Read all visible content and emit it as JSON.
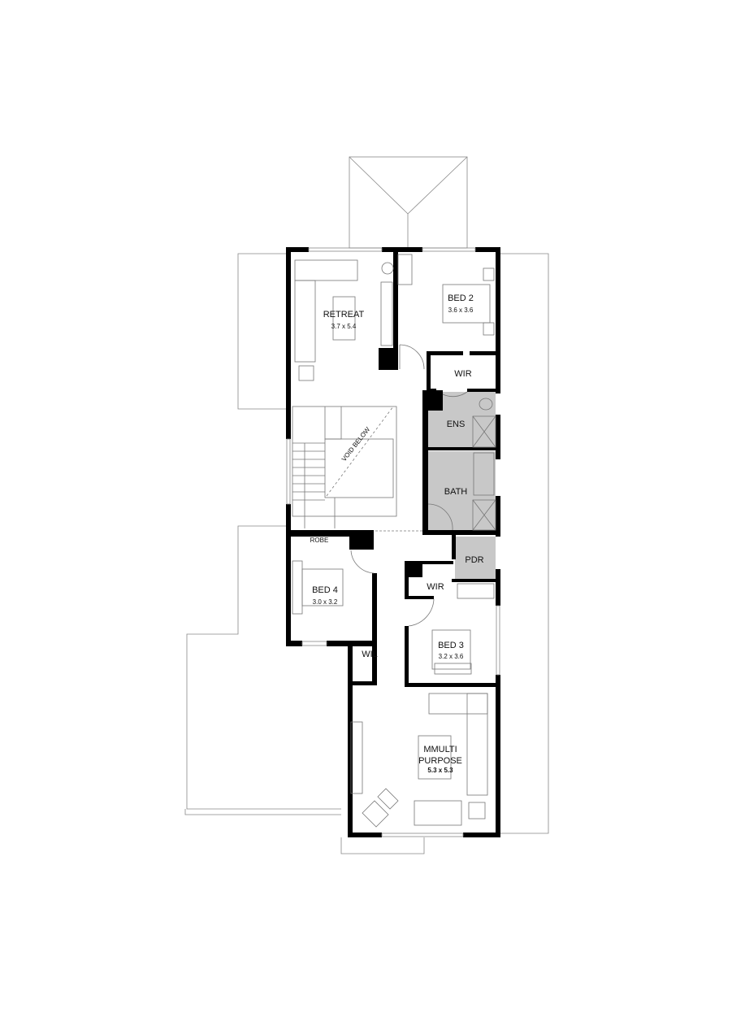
{
  "colors": {
    "wall": "#000000",
    "wet_area": "#c8c8c8",
    "outline": "#888888"
  },
  "rooms": {
    "retreat": {
      "name": "RETREAT",
      "size": "3.7 x 5.4"
    },
    "bed2": {
      "name": "BED 2",
      "size": "3.6 x 3.6"
    },
    "wir_bed2": {
      "name": "WIR"
    },
    "ens": {
      "name": "ENS"
    },
    "bath": {
      "name": "BATH"
    },
    "void": {
      "name": "VOID BELOW"
    },
    "robe": {
      "name": "ROBE"
    },
    "pdr": {
      "name": "PDR"
    },
    "bed4": {
      "name": "BED 4",
      "size": "3.0 x 3.2"
    },
    "wir_bed3": {
      "name": "WIR"
    },
    "bed3": {
      "name": "BED 3",
      "size": "3.2 x 3.6"
    },
    "wil": {
      "name": "WIL"
    },
    "multi": {
      "name_line1": "MMULTI",
      "name_line2": "PURPOSE",
      "size": "5.3 x 5.3"
    }
  }
}
